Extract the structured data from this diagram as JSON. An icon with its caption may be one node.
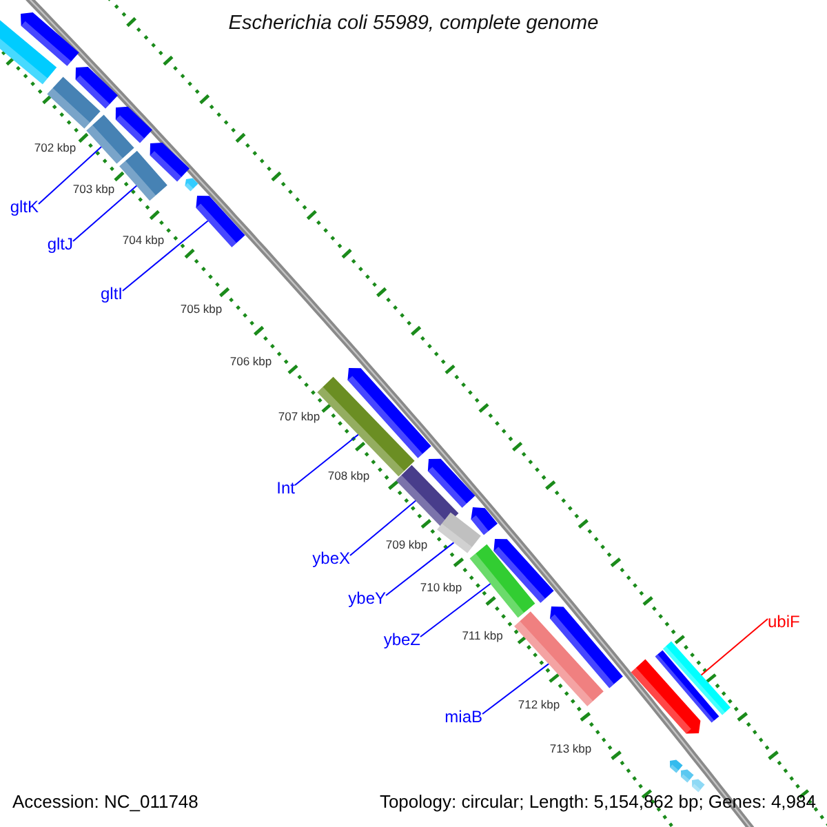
{
  "diagram": {
    "title": "Escherichia coli 55989, complete genome",
    "nodes": [
      {
        "text": [],
        "shape": "bar"
      },
      {
        "text": [],
        "shape": "arrow"
      },
      {
        "text": [],
        "shape": "bar"
      },
      {
        "text": [],
        "shape": "arrow"
      },
      {
        "text": [],
        "shape": "bar"
      },
      {
        "text": [],
        "shape": "arrow"
      },
      {
        "text": [],
        "shape": "bar"
      },
      {
        "text": [],
        "shape": "arrow"
      },
      {
        "text": [],
        "shape": "arrow"
      },
      {
        "text": [],
        "shape": "arrow"
      },
      {
        "text": [
          "gltK"
        ]
      },
      {
        "text": [
          "gltJ"
        ]
      },
      {
        "text": [
          "gltI"
        ]
      },
      {
        "text": [],
        "shape": "bar"
      },
      {
        "text": [],
        "shape": "arrow"
      },
      {
        "text": [],
        "shape": "bar"
      },
      {
        "text": [],
        "shape": "arrow"
      },
      {
        "text": [],
        "shape": "arrow"
      },
      {
        "text": [],
        "shape": "bar"
      },
      {
        "text": [],
        "shape": "bar"
      },
      {
        "text": [],
        "shape": "arrow"
      },
      {
        "text": [
          "Int"
        ]
      },
      {
        "text": [
          "ybeX"
        ]
      },
      {
        "text": [
          "ybeY"
        ]
      },
      {
        "text": [
          "ybeZ"
        ]
      },
      {
        "text": [],
        "shape": "bar"
      },
      {
        "text": [],
        "shape": "arrow"
      },
      {
        "text": [
          "miaB"
        ]
      },
      {
        "text": [],
        "shape": "arrow"
      },
      {
        "text": [],
        "shape": "bar"
      },
      {
        "text": [],
        "shape": "bar"
      },
      {
        "text": [
          "ubiF"
        ]
      },
      {
        "text": [],
        "shape": "arrow"
      },
      {
        "text": [],
        "shape": "arrow"
      },
      {
        "text": [],
        "shape": "arrow"
      }
    ],
    "edges": [
      {
        "from": 10,
        "to": 4,
        "arrow": "none"
      },
      {
        "from": 11,
        "to": 6,
        "arrow": "none"
      },
      {
        "from": 12,
        "to": 9,
        "arrow": "none"
      },
      {
        "from": 21,
        "to": 13,
        "arrow": "none"
      },
      {
        "from": 22,
        "to": 15,
        "arrow": "none"
      },
      {
        "from": 23,
        "to": 18,
        "arrow": "none"
      },
      {
        "from": 24,
        "to": 19,
        "arrow": "none"
      },
      {
        "from": 27,
        "to": 25,
        "arrow": "none"
      },
      {
        "from": 31,
        "to": 30,
        "arrow": "none",
        "color": "#ff0000"
      }
    ],
    "labels": [
      "702 kbp",
      "703 kbp",
      "704 kbp",
      "705 kbp",
      "706 kbp",
      "707 kbp",
      "708 kbp",
      "709 kbp",
      "710 kbp",
      "711 kbp",
      "712 kbp",
      "713 kbp",
      "Accession: NC_011748",
      "Topology: circular; Length: 5,154,862 bp; Genes: 4,984"
    ]
  }
}
